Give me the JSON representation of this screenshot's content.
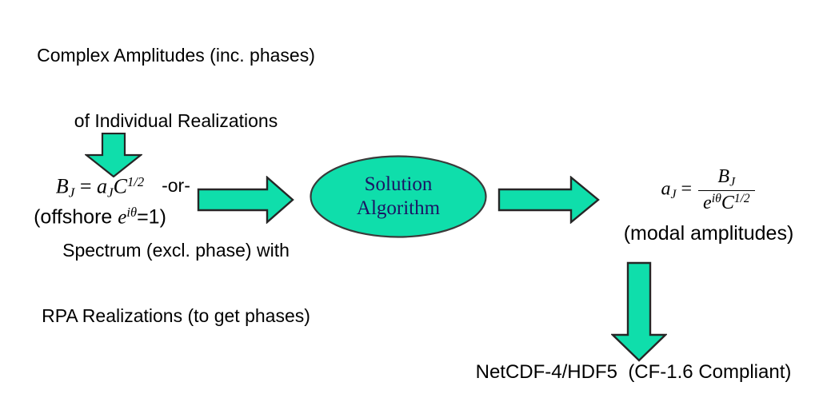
{
  "diagram": {
    "title": "Solution Algorithm data flow",
    "colors": {
      "shape_fill": "#0FDEAB",
      "shape_outline": "#262626",
      "node_text": "#1b1464",
      "body_text": "#000000",
      "background": "#ffffff"
    },
    "input_description": {
      "lines": [
        "Complex Amplitudes (inc. phases)",
        "of Individual Realizations",
        "-or-",
        "Spectrum (excl. phase) with",
        "RPA Realizations (to get phases)"
      ]
    },
    "left_equation": {
      "lhs_symbol": "B",
      "lhs_subscript": "J",
      "equals": "=",
      "rhs_symbol_a": "a",
      "rhs_subscript_a": "J",
      "rhs_symbol_c": "C",
      "rhs_exponent_c": "1/2",
      "note_prefix": "(offshore ",
      "note_base": "e",
      "note_exponent": "iθ",
      "note_suffix": "=1)",
      "plain": "B_J = a_J C^(1/2)   (offshore e^{iθ}=1)"
    },
    "solver_node": {
      "label_line_1": "Solution",
      "label_line_2": "Algorithm",
      "shape": "ellipse"
    },
    "right_equation": {
      "lhs_symbol": "a",
      "lhs_subscript": "J",
      "equals": "=",
      "numerator_symbol": "B",
      "numerator_subscript": "J",
      "denominator_base": "e",
      "denominator_exponent": "iθ",
      "denominator_symbol_c": "C",
      "denominator_exponent_c": "1/2",
      "note": "(modal amplitudes)",
      "plain": "a_J = B_J / (e^{iθ} C^(1/2))   (modal amplitudes)"
    },
    "output_format": {
      "label": "NetCDF-4/HDF5  (CF-1.6 Compliant)"
    },
    "arrows": [
      {
        "name": "input-to-equation",
        "direction": "down"
      },
      {
        "name": "equation-to-solver",
        "direction": "right"
      },
      {
        "name": "solver-to-output",
        "direction": "right"
      },
      {
        "name": "output-to-file",
        "direction": "down"
      }
    ]
  }
}
